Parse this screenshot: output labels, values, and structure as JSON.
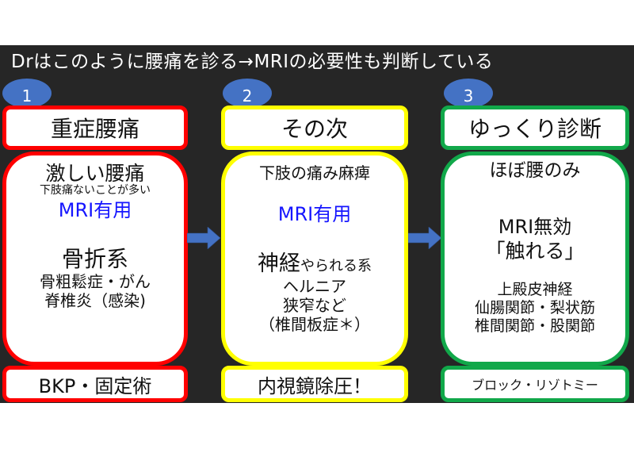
{
  "title": "Drはこのように腰痛を診る→MRIの必要性も判断している",
  "colors": {
    "panel1": "#ff0000",
    "panel2": "#ffff00",
    "panel3": "#11a84a",
    "badge": "#4472c4",
    "accent_text": "#1515ff",
    "background": "#262626"
  },
  "panels": [
    {
      "badge": "1",
      "header": "重症腰痛",
      "body": {
        "line1": "激しい腰痛",
        "line2": "下肢痛ないことが多い",
        "mri": "MRI有用",
        "line3": "骨折系",
        "line4": "骨粗鬆症・がん",
        "line5": "脊椎炎（感染)"
      },
      "footer": "BKP・固定術"
    },
    {
      "badge": "2",
      "header": "その次",
      "body": {
        "line1": "下肢の痛み麻痺",
        "mri": "MRI有用",
        "line2a": "神経",
        "line2b": "やられる系",
        "line3": "ヘルニア",
        "line4": "狭窄など",
        "line5": "（椎間板症＊）"
      },
      "footer": "内視鏡除圧！"
    },
    {
      "badge": "3",
      "header": "ゆっくり診断",
      "body": {
        "line1": "ほぼ腰のみ",
        "mri": "MRI無効",
        "line2": "「触れる」",
        "line3": "上殿皮神経",
        "line4": "仙腸関節・梨状筋",
        "line5": "椎間関節・股関節"
      },
      "footer": "ブロック・リゾトミー"
    }
  ]
}
